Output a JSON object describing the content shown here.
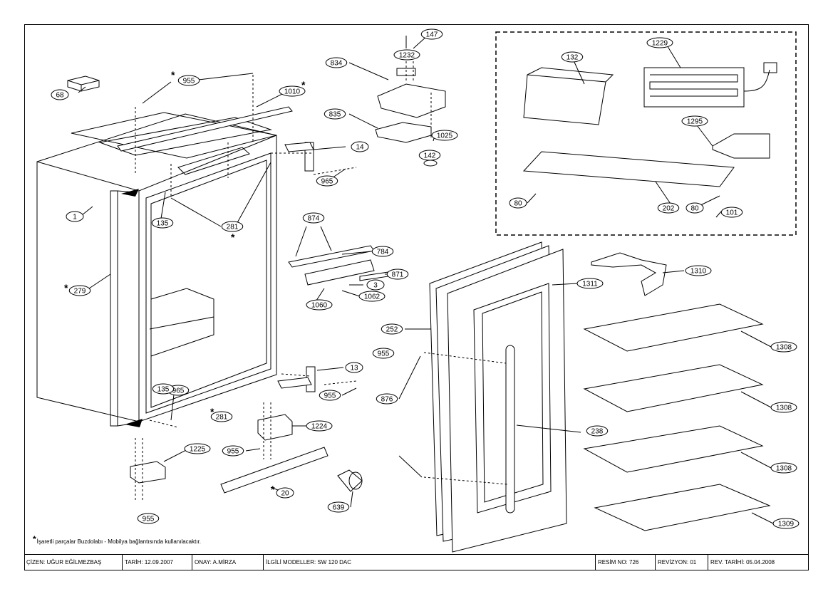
{
  "note_text": "İşaretli parçalar Buzdolabı - Mobilya bağlantısında kullanılacaktır.",
  "title_block": {
    "drawn_by": "ÇİZEN: UĞUR EĞİLMEZBAŞ",
    "date": "TARİH: 12.09.2007",
    "approved": "ONAY: A.MİRZA",
    "models": "İLGİLİ MODELLER:    SW 120 DAC",
    "drawing_no": "RESİM NO: 726",
    "revision": "REVİZYON: 01",
    "revision_date": "REV. TARİHİ:  05.04.2008"
  },
  "callouts": [
    "68",
    "955",
    "1010",
    "147",
    "1232",
    "834",
    "835",
    "1025",
    "142",
    "14",
    "965",
    "1",
    "135",
    "281",
    "279",
    "874",
    "784",
    "871",
    "3",
    "1062",
    "1060",
    "13",
    "955",
    "965",
    "135",
    "281",
    "1224",
    "1225",
    "955",
    "20",
    "955",
    "639",
    "955",
    "876",
    "252",
    "1311",
    "238",
    "1310",
    "1308",
    "1308",
    "1308",
    "1309",
    "132",
    "1229",
    "1295",
    "80",
    "202",
    "80",
    "101"
  ],
  "colors": {
    "line": "#000000",
    "background": "#ffffff",
    "fill": "#ffffff"
  }
}
